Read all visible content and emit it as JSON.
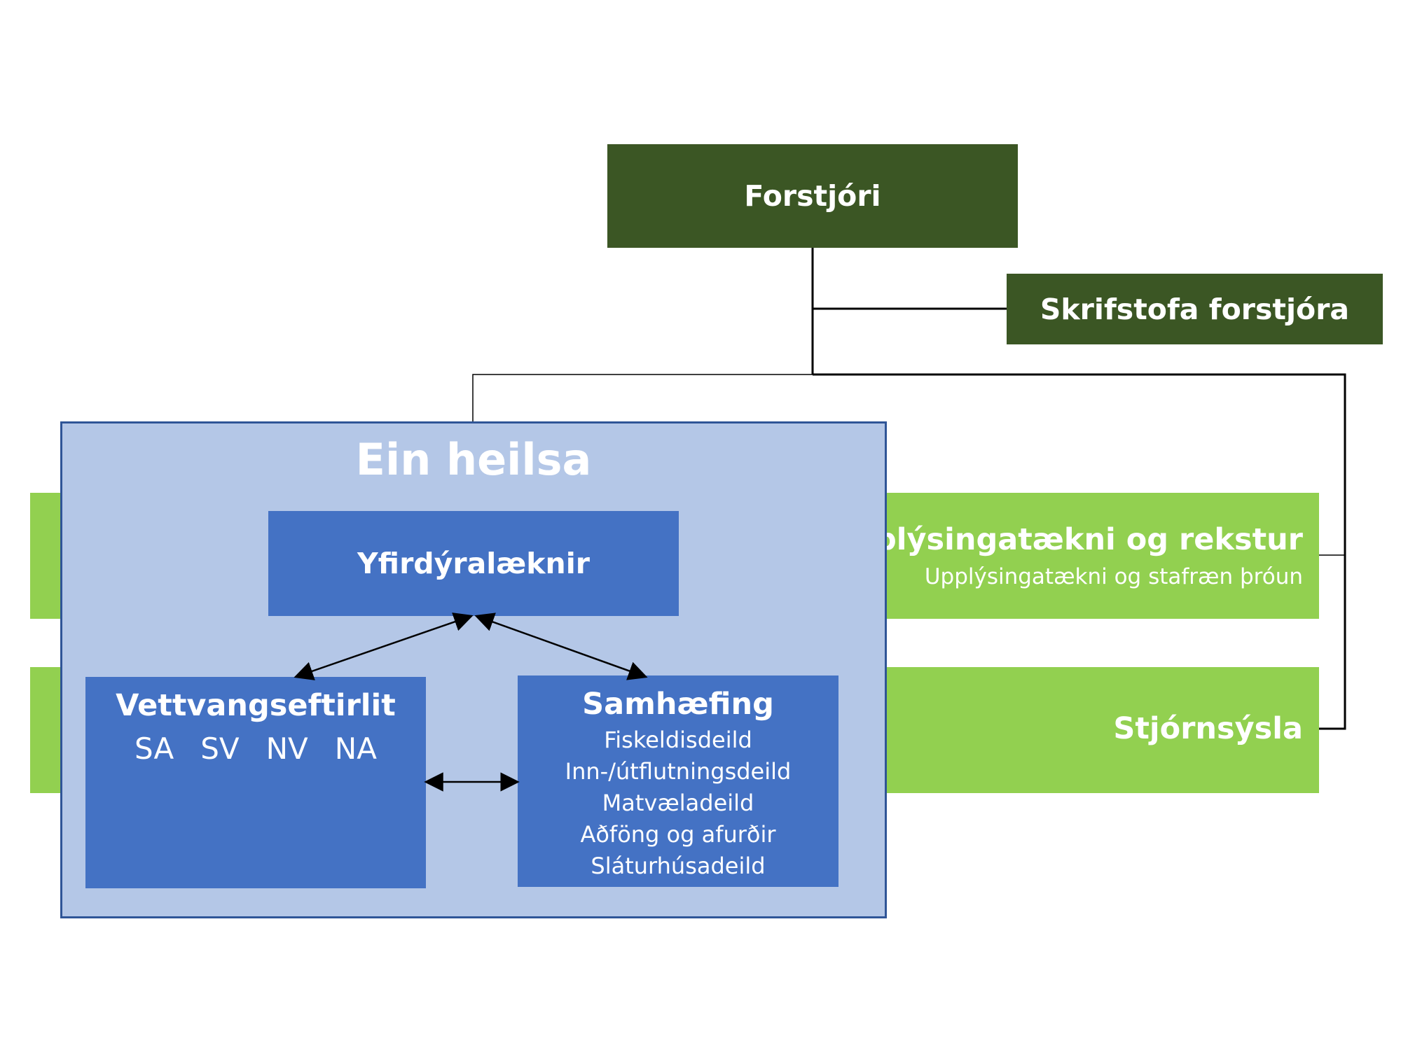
{
  "colors": {
    "dark_green": "#3b5624",
    "light_green": "#92d050",
    "blue": "#4472c4",
    "light_blue": "#b4c7e7",
    "border_blue": "#2f5597"
  },
  "nodes": {
    "forstjori": "Forstjóri",
    "skrifstofa": "Skrifstofa forstjóra",
    "ein_heilsa": "Ein heilsa",
    "yfirdyralaeknir": "Yfirdýralæknir",
    "vettvangseftirlit": {
      "title": "Vettvangseftirlit",
      "regions": [
        "SA",
        "SV",
        "NV",
        "NA"
      ]
    },
    "samhaefing": {
      "title": "Samhæfing",
      "items": [
        "Fiskeldisdeild",
        "Inn-/útflutningsdeild",
        "Matvæladeild",
        "Aðföng og afurðir",
        "Sláturhúsadeild"
      ]
    },
    "upplysingataekni": {
      "title": "Upplýsingatækni og rekstur",
      "subtitle": "Upplýsingatækni og stafræn þróun"
    },
    "stjornsysla": "Stjórnsýsla"
  }
}
